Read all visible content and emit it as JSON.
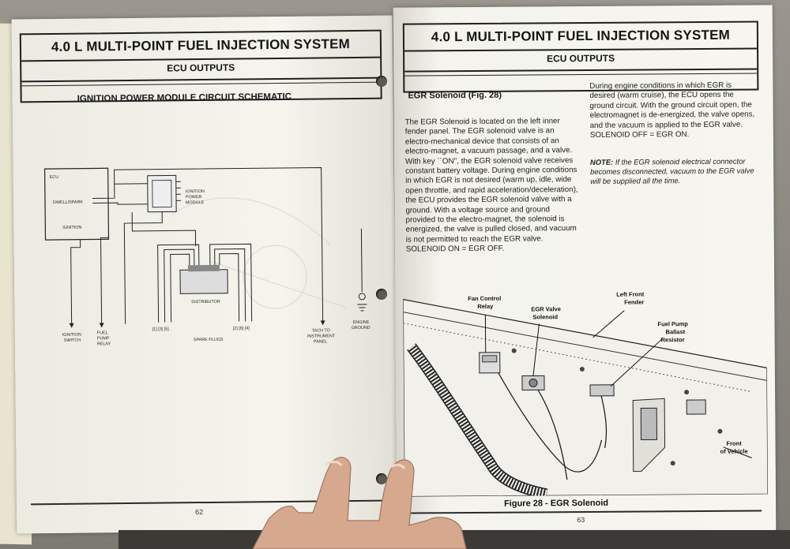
{
  "left_page": {
    "header_title": "4.0 L MULTI-POINT FUEL INJECTION SYSTEM",
    "header_subtitle": "ECU OUTPUTS",
    "schematic_title": "IGNITION POWER MODULE CIRCUIT SCHEMATIC",
    "schematic_labels": {
      "ecu": "ECU",
      "dwell_spark": "DWELL/SPARK",
      "ignition": "IGNITION",
      "ignition_power_module": [
        "IGNITION",
        "POWER",
        "MODULE"
      ],
      "distributor": "DISTRIBUTOR",
      "spark_plugs": "SPARK PLUGS",
      "plugs_left": "[1] [3] [5]",
      "plugs_right": "[2] [6] [4]",
      "ignition_switch": [
        "IGNITION",
        "SWITCH"
      ],
      "fuel_pump_relay": [
        "FUEL",
        "PUMP",
        "RELAY"
      ],
      "tach": [
        "TACH TO",
        "INSTRUMENT",
        "PANEL"
      ],
      "engine_ground": [
        "ENGINE",
        "GROUND"
      ]
    },
    "page_number": "62"
  },
  "right_page": {
    "header_title": "4.0 L MULTI-POINT FUEL INJECTION SYSTEM",
    "header_subtitle": "ECU OUTPUTS",
    "section_heading": "EGR Solenoid (Fig. 28)",
    "body_col1": "The EGR Solenoid is located on the left inner fender panel. The EGR solenoid valve is an electro-mechanical device that consists of an electro-magnet, a vacuum passage, and a valve. With key ``ON'', the EGR solenoid valve receives constant battery voltage. During engine conditions in which EGR is not desired (warm up, idle, wide open throttle, and rapid acceleration/deceleration), the ECU provides the EGR solenoid valve with a ground. With a voltage source and ground provided to the electro-magnet, the solenoid is energized, the valve is pulled closed, and vacuum is not permitted to reach the EGR valve. SOLENOID ON = EGR OFF.",
    "body_col2": "During engine conditions in which EGR is desired (warm cruise), the ECU opens the ground circuit. With the ground circuit open, the electromagnet is de-energized, the valve opens, and the vacuum is applied to the EGR valve. SOLENOID OFF = EGR ON.",
    "note_label": "NOTE:",
    "note_text": "If the EGR solenoid electrical connector becomes disconnected, vacuum to the EGR valve will be supplied all the time.",
    "figure_callouts": {
      "fan_control_relay": [
        "Fan Control",
        "Relay"
      ],
      "egr_valve_solenoid": [
        "EGR Valve",
        "Solenoid"
      ],
      "left_front_fender": [
        "Left Front",
        "Fender"
      ],
      "fuel_pump_ballast": [
        "Fuel Pump",
        "Ballast",
        "Resistor"
      ],
      "front_of_vehicle": [
        "Front",
        "of Vehicle"
      ]
    },
    "figure_caption": "Figure 28 - EGR Solenoid",
    "page_number": "63"
  }
}
